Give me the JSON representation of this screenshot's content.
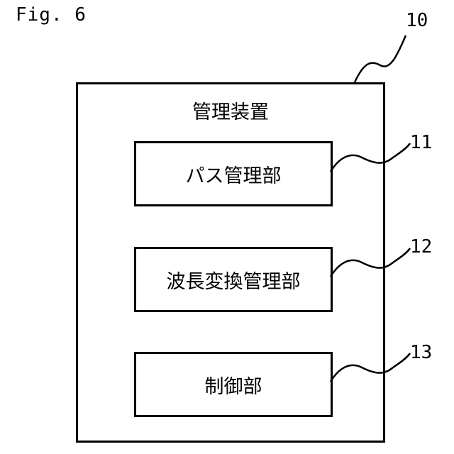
{
  "figure": {
    "label": "Fig. 6"
  },
  "device": {
    "ref": "10",
    "title": "管理装置"
  },
  "units": [
    {
      "ref": "11",
      "label": "パス管理部"
    },
    {
      "ref": "12",
      "label": "波長変換管理部"
    },
    {
      "ref": "13",
      "label": "制御部"
    }
  ]
}
